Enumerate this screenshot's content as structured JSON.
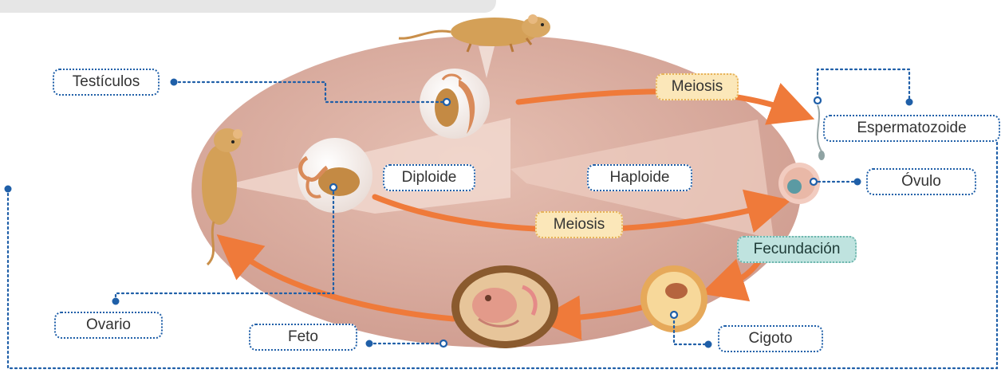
{
  "diagram": {
    "labels": {
      "testiculos": "Testículos",
      "espermatozoide": "Espermatozoide",
      "ovulo": "Óvulo",
      "diploide": "Diploide",
      "haploide": "Haploide",
      "meiosis_top": "Meiosis",
      "meiosis_bottom": "Meiosis",
      "fecundacion": "Fecundación",
      "ovario": "Ovario",
      "feto": "Feto",
      "cigoto": "Cigoto"
    },
    "colors": {
      "cycle_disc": "#d9a99c",
      "arrow": "#ef7a3a",
      "connector": "#1f5fa8",
      "meiosis_fill": "#fbe7b9",
      "fecundacion_fill": "#bfe3df",
      "mouse": "#d4a057"
    }
  }
}
